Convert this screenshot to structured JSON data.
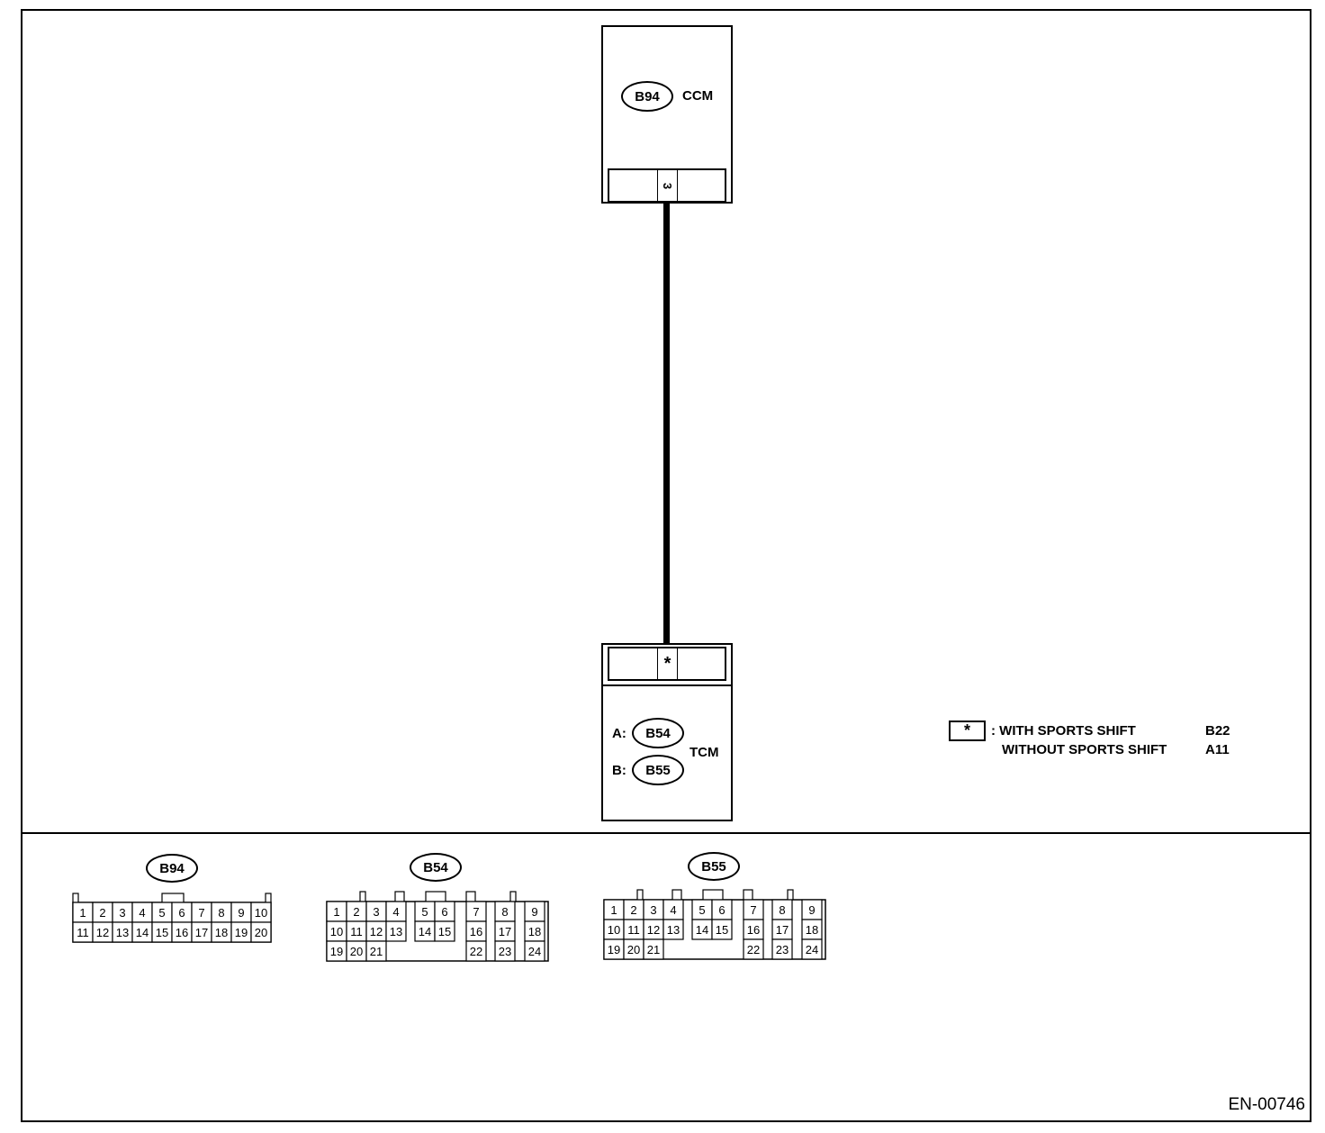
{
  "ccm": {
    "connector_id": "B94",
    "name": "CCM",
    "pin": "3"
  },
  "tcm": {
    "pin": "*",
    "connector_a_prefix": "A:",
    "connector_a_id": "B54",
    "connector_b_prefix": "B:",
    "connector_b_id": "B55",
    "name": "TCM"
  },
  "legend": {
    "symbol": "*",
    "line1_label": ": WITH SPORTS SHIFT",
    "line1_value": "B22",
    "line2_label": "WITHOUT SPORTS SHIFT",
    "line2_value": "A11"
  },
  "connector_faces": [
    {
      "id": "B94",
      "rows": [
        [
          "1",
          "2",
          "3",
          "4",
          "5",
          "6",
          "7",
          "8",
          "9",
          "10"
        ],
        [
          "11",
          "12",
          "13",
          "14",
          "15",
          "16",
          "17",
          "18",
          "19",
          "20"
        ]
      ]
    },
    {
      "id": "B54",
      "rows": [
        [
          "1",
          "2",
          "3",
          "4",
          "5",
          "6",
          "7",
          "8",
          "9"
        ],
        [
          "10",
          "11",
          "12",
          "13",
          "14",
          "15",
          "16",
          "17",
          "18"
        ],
        [
          "19",
          "20",
          "21",
          "22",
          "23",
          "24"
        ]
      ]
    },
    {
      "id": "B55",
      "rows": [
        [
          "1",
          "2",
          "3",
          "4",
          "5",
          "6",
          "7",
          "8",
          "9"
        ],
        [
          "10",
          "11",
          "12",
          "13",
          "14",
          "15",
          "16",
          "17",
          "18"
        ],
        [
          "19",
          "20",
          "21",
          "22",
          "23",
          "24"
        ]
      ]
    }
  ],
  "footer_code": "EN-00746"
}
